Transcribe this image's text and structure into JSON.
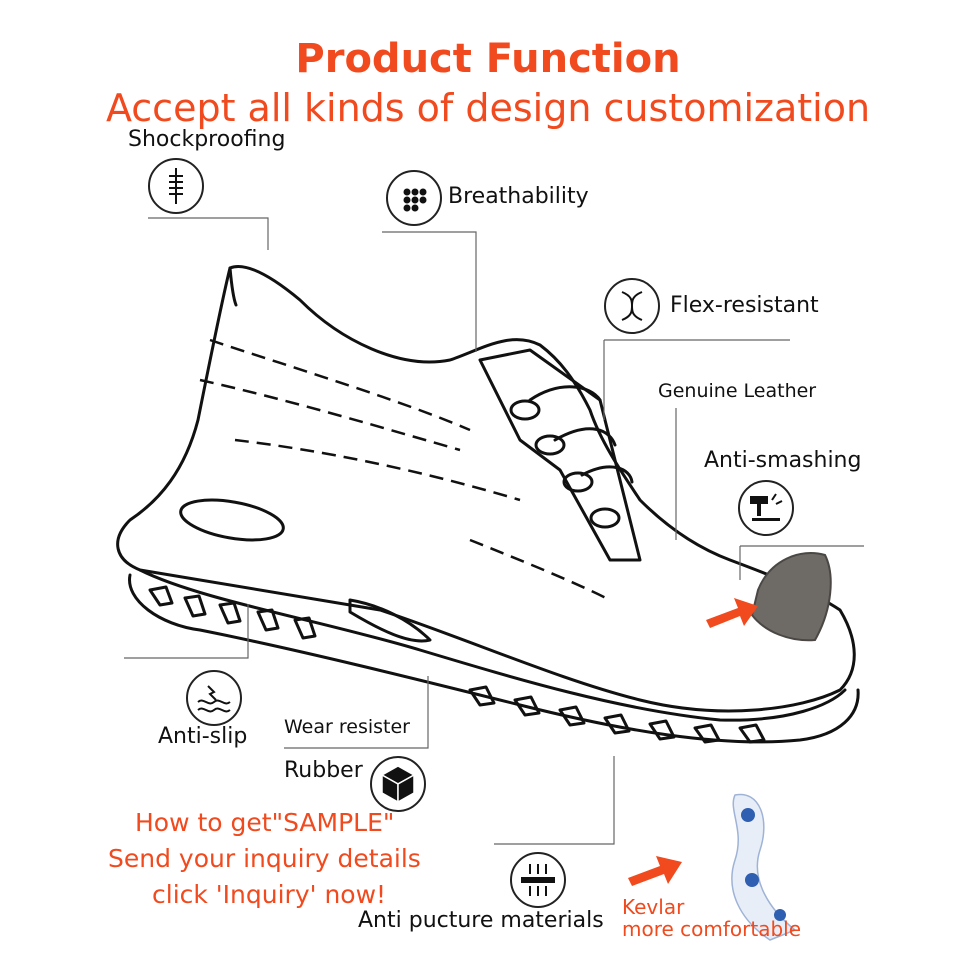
{
  "header": {
    "title": "Product Function",
    "subtitle": "Accept all kinds of design customization"
  },
  "features": {
    "shockproofing": "Shockproofing",
    "breathability": "Breathability",
    "flex_resistant": "Flex-resistant",
    "genuine_leather": "Genuine Leather",
    "anti_smashing": "Anti-smashing",
    "anti_slip": "Anti-slip",
    "wear_resister": "Wear resister",
    "rubber": "Rubber",
    "anti_puncture": "Anti pucture materials"
  },
  "cta": {
    "line1": "How to get\"SAMPLE\"",
    "line2": "Send your inquiry details",
    "line3": "click 'Inquiry' now!"
  },
  "kevlar": {
    "line1": "Kevlar",
    "line2": "more comfortable"
  },
  "colors": {
    "accent": "#f04a1e",
    "toecap": "#6e6a66",
    "line": "#111111"
  },
  "icons": [
    "shock-icon",
    "breathability-icon",
    "flex-icon",
    "anti-smashing-icon",
    "anti-slip-icon",
    "rubber-cube-icon",
    "anti-puncture-icon"
  ]
}
